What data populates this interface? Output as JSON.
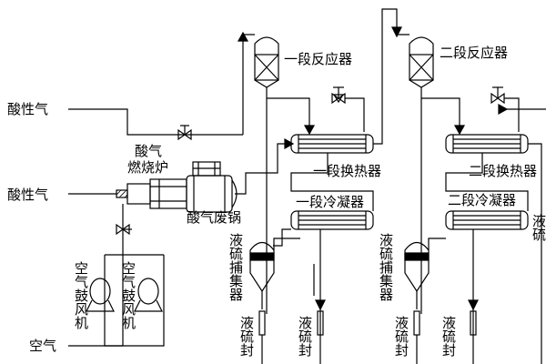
{
  "diagram": {
    "labels": {
      "acid_gas_top": "酸性气",
      "acid_gas_mid": "酸性气",
      "air": "空气",
      "burner_line1": "酸气",
      "burner_line2": "燃烧炉",
      "waste_boiler": "酸气废锅",
      "reactor1": "一段反应器",
      "reactor2": "二段反应器",
      "exchanger1": "一段换热器",
      "exchanger2": "二段换热器",
      "condenser1": "一段冷凝器",
      "condenser2": "二段冷凝器",
      "blower1": "空气鼓风机",
      "blower2": "空气鼓风机",
      "sulfur_catcher1": "液硫捕集器",
      "sulfur_catcher2": "液硫捕集器",
      "seal1": "液硫封",
      "seal2": "液硫封",
      "seal3": "液硫封",
      "seal4": "液硫封",
      "edge_cut": "液硫"
    },
    "colors": {
      "line": "#000000",
      "background": "#ffffff"
    }
  }
}
